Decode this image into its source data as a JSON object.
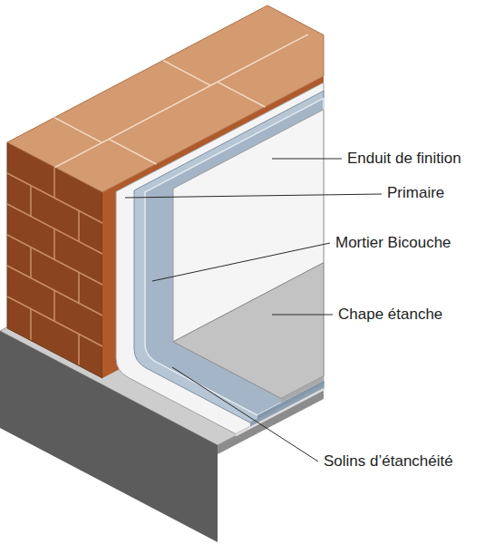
{
  "diagram": {
    "labels": [
      "Enduit de finition",
      "Primaire",
      "Mortier Bicouche",
      "Chape étanche",
      "Solins d’étanchéité"
    ]
  }
}
